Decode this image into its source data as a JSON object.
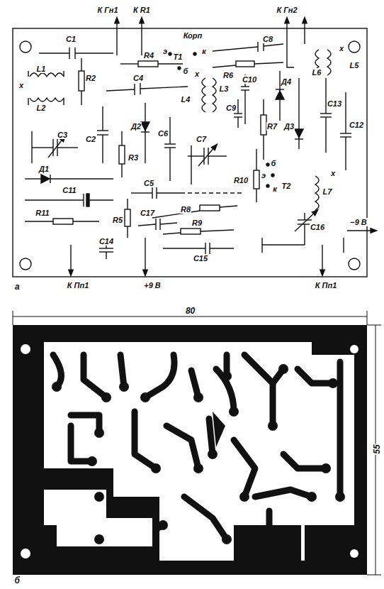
{
  "diagram": {
    "labels": [
      "К Гн1",
      "К R1",
      "К Гн2",
      "Корп",
      "C1",
      "C8",
      "э",
      "T1",
      "к",
      "б",
      "R4",
      "R6",
      "L6",
      "L5",
      "х",
      "L1",
      "L2",
      "х",
      "R2",
      "C4",
      "L4",
      "L3",
      "х",
      "C10",
      "C9",
      "Д4",
      "C13",
      "C12",
      "Д3",
      "R7",
      "C3",
      "C2",
      "Д2",
      "R3",
      "C6",
      "C7",
      "Д1",
      "R10",
      "б",
      "э",
      "к",
      "T2",
      "L7",
      "х",
      "C11",
      "C5",
      "R11",
      "R5",
      "R8",
      "C17",
      "R9",
      "C16",
      "C14",
      "C15",
      "−9 В",
      "К Пп1",
      "+9 В",
      "К Пп1",
      "а",
      "80",
      "55",
      "б"
    ]
  }
}
